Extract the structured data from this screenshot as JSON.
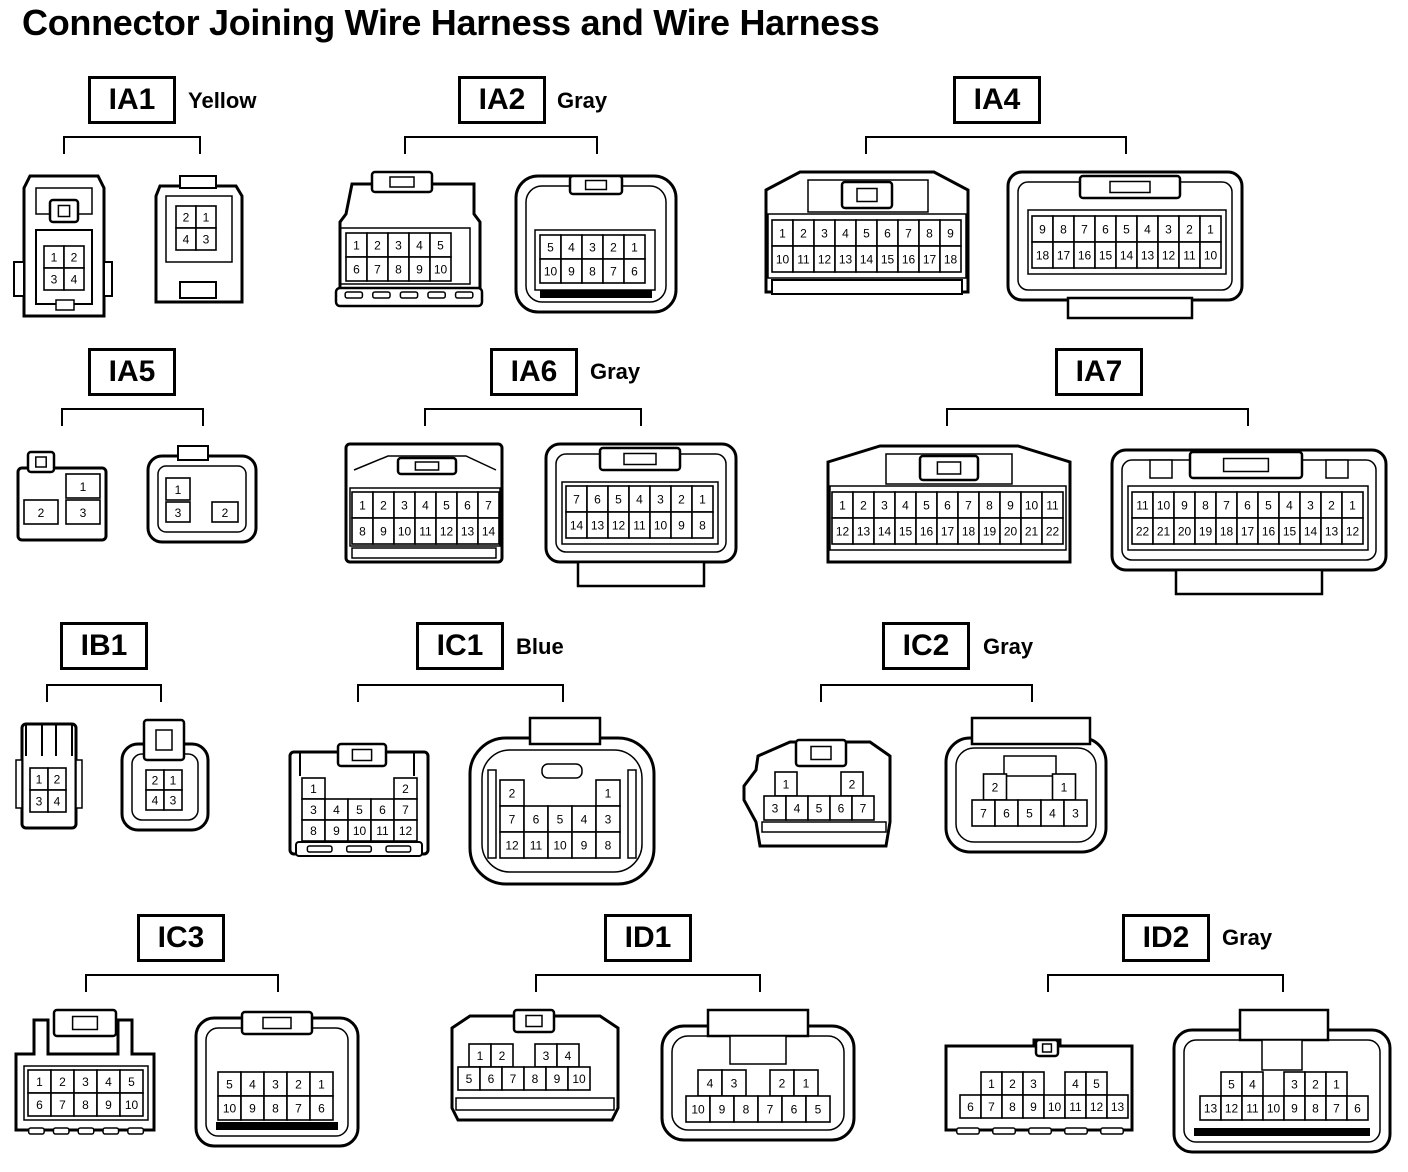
{
  "title": "Connector Joining Wire Harness and Wire Harness",
  "connectors": [
    {
      "code": "IA1",
      "color": "Yellow",
      "female": {
        "rows": [
          [
            "1",
            "2"
          ],
          [
            "3",
            "4"
          ]
        ]
      },
      "male": {
        "rows": [
          [
            "2",
            "1"
          ],
          [
            "4",
            "3"
          ]
        ]
      }
    },
    {
      "code": "IA2",
      "color": "Gray",
      "female": {
        "rows": [
          [
            "1",
            "2",
            "3",
            "4",
            "5"
          ],
          [
            "6",
            "7",
            "8",
            "9",
            "10"
          ]
        ]
      },
      "male": {
        "rows": [
          [
            "5",
            "4",
            "3",
            "2",
            "1"
          ],
          [
            "10",
            "9",
            "8",
            "7",
            "6"
          ]
        ]
      }
    },
    {
      "code": "IA4",
      "color": "",
      "female": {
        "rows": [
          [
            "1",
            "2",
            "3",
            "4",
            "5",
            "6",
            "7",
            "8",
            "9"
          ],
          [
            "10",
            "11",
            "12",
            "13",
            "14",
            "15",
            "16",
            "17",
            "18"
          ]
        ]
      },
      "male": {
        "rows": [
          [
            "9",
            "8",
            "7",
            "6",
            "5",
            "4",
            "3",
            "2",
            "1"
          ],
          [
            "18",
            "17",
            "16",
            "15",
            "14",
            "13",
            "12",
            "11",
            "10"
          ]
        ]
      }
    },
    {
      "code": "IA5",
      "color": "",
      "female": {
        "cells": [
          "1",
          "2",
          "3"
        ]
      },
      "male": {
        "cells": [
          "1",
          "3",
          "2"
        ]
      }
    },
    {
      "code": "IA6",
      "color": "Gray",
      "female": {
        "rows": [
          [
            "1",
            "2",
            "3",
            "4",
            "5",
            "6",
            "7"
          ],
          [
            "8",
            "9",
            "10",
            "11",
            "12",
            "13",
            "14"
          ]
        ]
      },
      "male": {
        "rows": [
          [
            "7",
            "6",
            "5",
            "4",
            "3",
            "2",
            "1"
          ],
          [
            "14",
            "13",
            "12",
            "11",
            "10",
            "9",
            "8"
          ]
        ]
      }
    },
    {
      "code": "IA7",
      "color": "",
      "female": {
        "rows": [
          [
            "1",
            "2",
            "3",
            "4",
            "5",
            "6",
            "7",
            "8",
            "9",
            "10",
            "11"
          ],
          [
            "12",
            "13",
            "14",
            "15",
            "16",
            "17",
            "18",
            "19",
            "20",
            "21",
            "22"
          ]
        ]
      },
      "male": {
        "rows": [
          [
            "11",
            "10",
            "9",
            "8",
            "7",
            "6",
            "5",
            "4",
            "3",
            "2",
            "1"
          ],
          [
            "22",
            "21",
            "20",
            "19",
            "18",
            "17",
            "16",
            "15",
            "14",
            "13",
            "12"
          ]
        ]
      }
    },
    {
      "code": "IB1",
      "color": "",
      "female": {
        "rows": [
          [
            "1",
            "2"
          ],
          [
            "3",
            "4"
          ]
        ]
      },
      "male": {
        "rows": [
          [
            "2",
            "1"
          ],
          [
            "4",
            "3"
          ]
        ]
      }
    },
    {
      "code": "IC1",
      "color": "Blue",
      "female": {
        "rows": [
          [
            "1",
            "",
            "",
            "",
            "2"
          ],
          [
            "3",
            "4",
            "5",
            "6",
            "7"
          ],
          [
            "8",
            "9",
            "10",
            "11",
            "12"
          ]
        ]
      },
      "male": {
        "rows": [
          [
            "2",
            "",
            "",
            "",
            "1"
          ],
          [
            "7",
            "6",
            "5",
            "4",
            "3"
          ],
          [
            "12",
            "11",
            "10",
            "9",
            "8"
          ]
        ]
      }
    },
    {
      "code": "IC2",
      "color": "Gray",
      "female": {
        "rows": [
          [
            "1",
            "",
            "",
            "2"
          ],
          [
            "3",
            "4",
            "5",
            "6",
            "7"
          ]
        ]
      },
      "male": {
        "rows": [
          [
            "2",
            "",
            "",
            "1"
          ],
          [
            "7",
            "6",
            "5",
            "4",
            "3"
          ]
        ]
      }
    },
    {
      "code": "IC3",
      "color": "",
      "female": {
        "rows": [
          [
            "1",
            "2",
            "3",
            "4",
            "5"
          ],
          [
            "6",
            "7",
            "8",
            "9",
            "10"
          ]
        ]
      },
      "male": {
        "rows": [
          [
            "5",
            "4",
            "3",
            "2",
            "1"
          ],
          [
            "10",
            "9",
            "8",
            "7",
            "6"
          ]
        ]
      }
    },
    {
      "code": "ID1",
      "color": "",
      "female": {
        "rows": [
          [
            "1",
            "2",
            "",
            "3",
            "4"
          ],
          [
            "5",
            "6",
            "7",
            "8",
            "9",
            "10"
          ]
        ]
      },
      "male": {
        "rows": [
          [
            "4",
            "3",
            "",
            "2",
            "1"
          ],
          [
            "10",
            "9",
            "8",
            "7",
            "6",
            "5"
          ]
        ]
      }
    },
    {
      "code": "ID2",
      "color": "Gray",
      "female": {
        "rows": [
          [
            "1",
            "2",
            "3",
            "",
            "4",
            "5"
          ],
          [
            "6",
            "7",
            "8",
            "9",
            "10",
            "11",
            "12",
            "13"
          ]
        ]
      },
      "male": {
        "rows": [
          [
            "5",
            "4",
            "",
            "3",
            "2",
            "1"
          ],
          [
            "13",
            "12",
            "11",
            "10",
            "9",
            "8",
            "7",
            "6"
          ]
        ]
      }
    }
  ]
}
